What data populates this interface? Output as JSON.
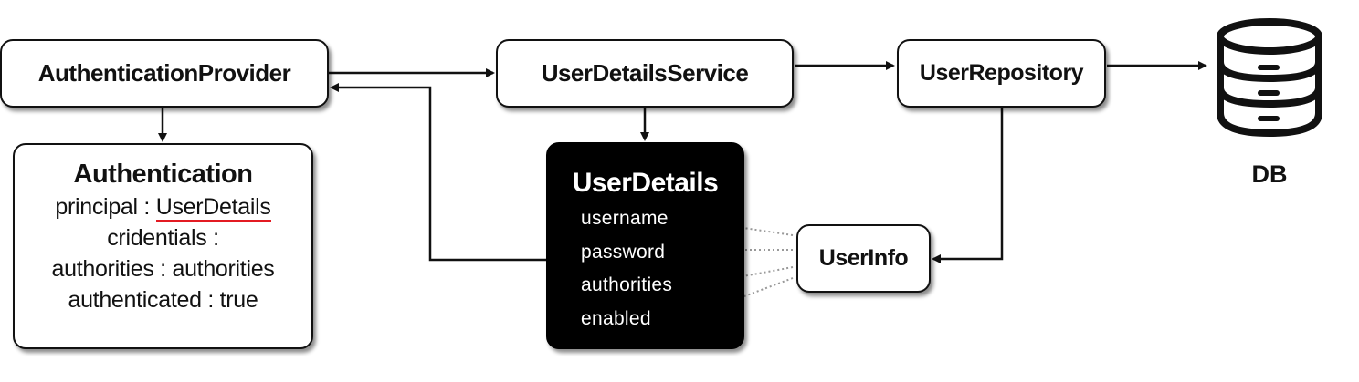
{
  "nodes": {
    "authentication_provider": {
      "label": "AuthenticationProvider"
    },
    "user_details_service": {
      "label": "UserDetailsService"
    },
    "user_repository": {
      "label": "UserRepository"
    },
    "db": {
      "label": "DB"
    },
    "authentication": {
      "title": "Authentication",
      "principal_key": "principal : ",
      "principal_value": "UserDetails",
      "credentials": "cridentials :",
      "authorities": "authorities : authorities",
      "authenticated": "authenticated : true"
    },
    "user_details": {
      "title": "UserDetails",
      "fields": [
        "username",
        "password",
        "authorities",
        "enabled"
      ]
    },
    "user_info": {
      "label": "UserInfo"
    }
  },
  "colors": {
    "box_border": "#111111",
    "user_details_fill": "#000000",
    "underline": "#e31b23",
    "dotted_arrow": "#9a9a9a"
  },
  "icons": [
    "database-icon"
  ]
}
